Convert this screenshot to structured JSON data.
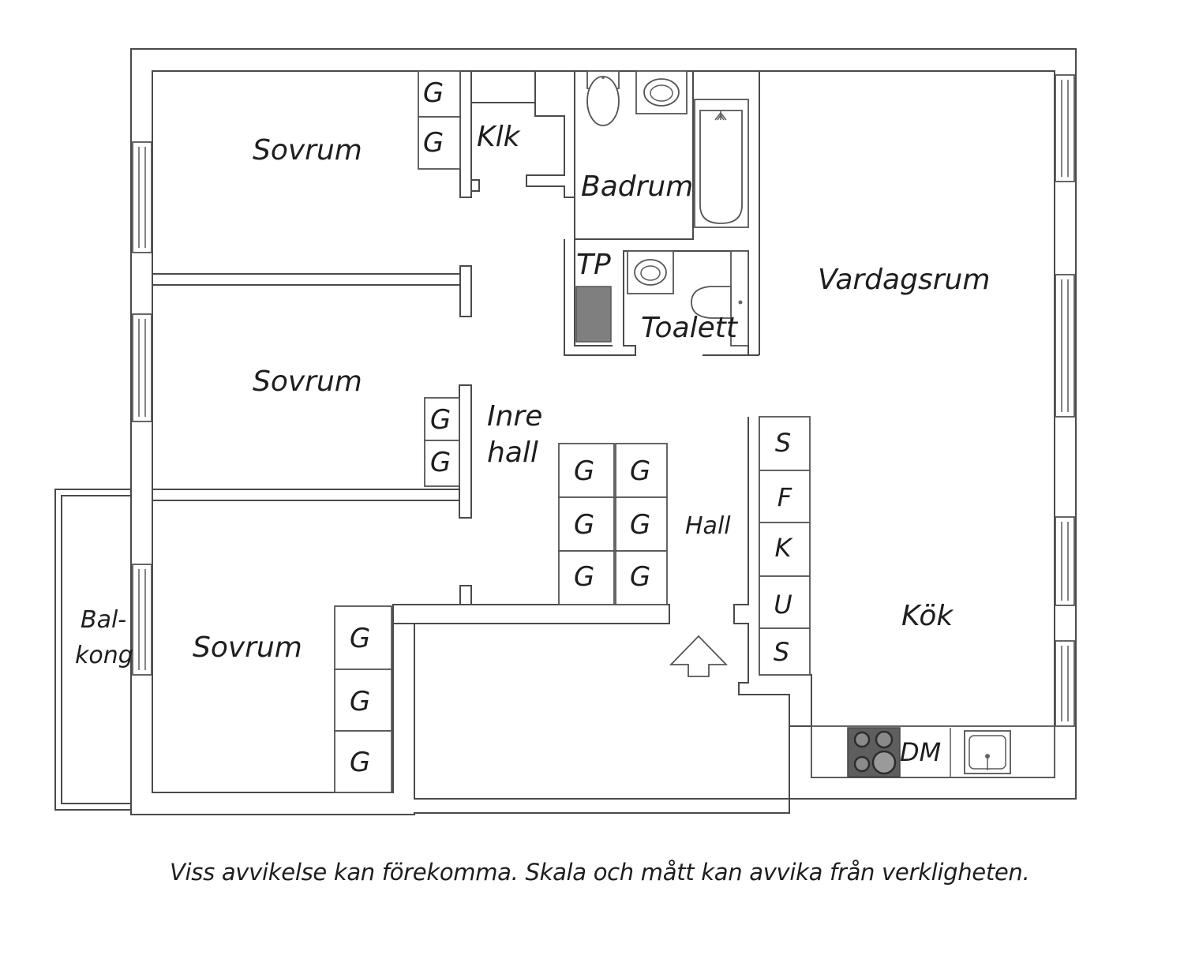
{
  "rooms": {
    "sovrum_1": "Sovrum",
    "sovrum_2": "Sovrum",
    "sovrum_3": "Sovrum",
    "klk": "Klk",
    "badrum": "Badrum",
    "tp": "TP",
    "toalett": "Toalett",
    "vardagsrum": "Vardagsrum",
    "inre_hall_1": "Inre",
    "inre_hall_2": "hall",
    "hall": "Hall",
    "kok": "Kök",
    "balkong_1": "Bal-",
    "balkong_2": "kong"
  },
  "wardrobe_label": "G",
  "kitchen_units": [
    "S",
    "F",
    "K",
    "U",
    "S"
  ],
  "dishwasher": "DM",
  "disclaimer": "Viss avvikelse kan förekomma. Skala och mått kan avvika från verkligheten."
}
